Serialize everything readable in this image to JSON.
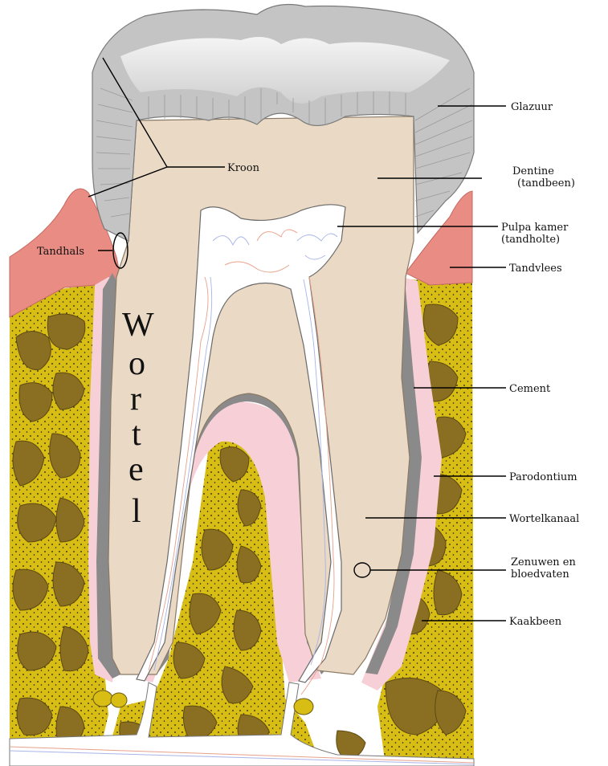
{
  "title": "",
  "labels": {
    "glazuur": "Glazuur",
    "kroon": "Kroon",
    "dentine_1": "Dentine",
    "dentine_2": "(tandbeen)",
    "pulpa_1": "Pulpa kamer",
    "pulpa_2": "(tandholte)",
    "tandhals": "Tandhals",
    "tandvlees": "Tandvlees",
    "cement": "Cement",
    "parodontium": "Parodontium",
    "wortelkanaal": "Wortelkanaal",
    "zenuwen_1": "Zenuwen en",
    "zenuwen_2": "bloedvaten",
    "kaakbeen": "Kaakbeen"
  },
  "wortel_letters": [
    "W",
    "o",
    "r",
    "t",
    "e",
    "l"
  ],
  "colors": {
    "enamel": "#c4c4c4",
    "dentine": "#ead9c4",
    "pulp": "#ffffff",
    "gum": "#e88c84",
    "bone": "#d8bd14",
    "bone_nodule": "#8a6e22",
    "periodontium": "#f7cfd6",
    "cementum": "#8a8a8a"
  }
}
